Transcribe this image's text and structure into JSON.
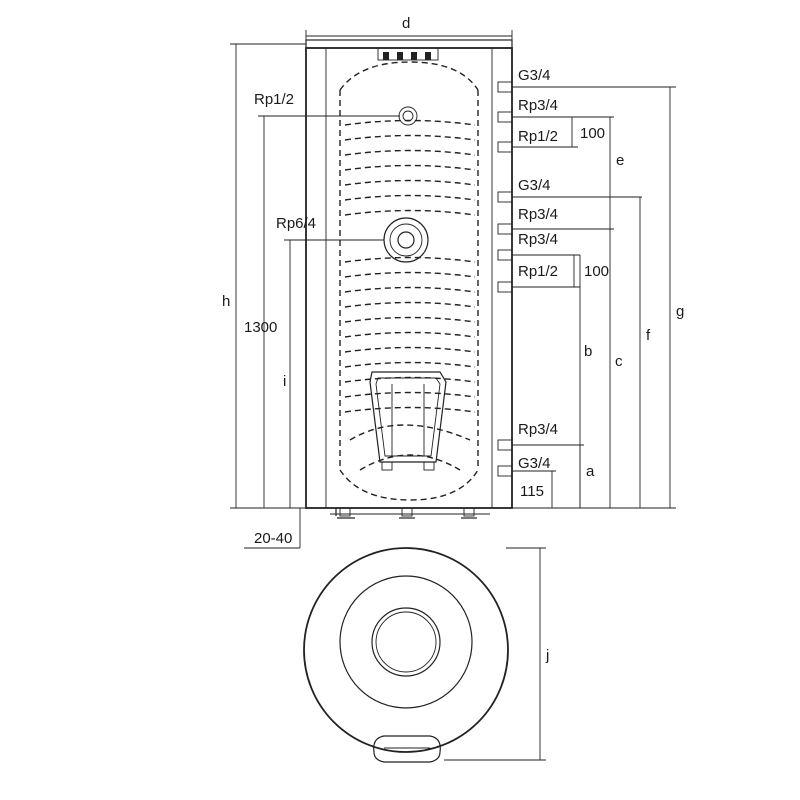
{
  "labels": {
    "d": "d",
    "h": "h",
    "g": "g",
    "f": "f",
    "c": "c",
    "e": "e",
    "b": "b",
    "a": "a",
    "i": "i",
    "j": "j",
    "h1300": "1300",
    "gap_100_top": "100",
    "gap_100_bottom": "100",
    "gap_115": "115",
    "feet_20_40": "20-40"
  },
  "connections": {
    "left_rp12": "Rp1/2",
    "left_rp64": "Rp6/4",
    "r1": "G3/4",
    "r2": "Rp3/4",
    "r3": "Rp1/2",
    "r4": "G3/4",
    "r5": "Rp3/4",
    "r6": "Rp3/4",
    "r7": "Rp1/2",
    "r8": "Rp3/4",
    "r9": "G3/4"
  }
}
